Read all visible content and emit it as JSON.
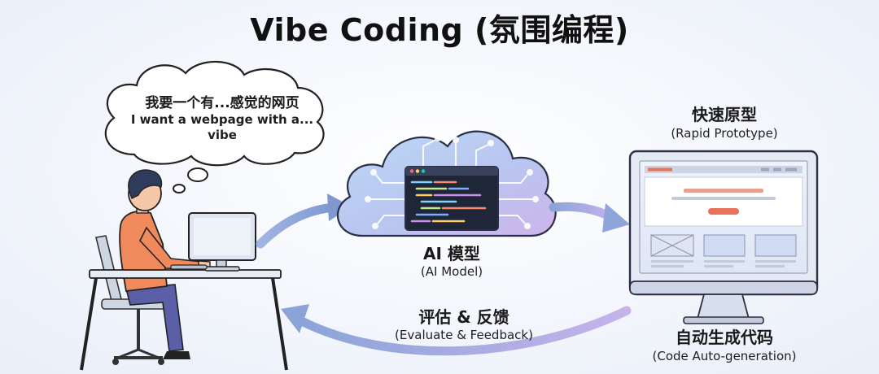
{
  "title": "Vibe Coding (氛围编程)",
  "thought": {
    "line1": "我要一个有...感觉的网页",
    "line2": "I want a webpage with a...",
    "line3": "vibe"
  },
  "ai_model": {
    "cn": "AI 模型",
    "en": "(AI Model)"
  },
  "rapid_prototype": {
    "cn": "快速原型",
    "en": "(Rapid Prototype)"
  },
  "evaluate": {
    "cn": "评估 & 反馈",
    "en": "(Evaluate & Feedback)"
  },
  "auto_gen": {
    "cn": "自动生成代码",
    "en": "(Code Auto-generation)"
  },
  "colors": {
    "cloud_blue": "#a9c7ee",
    "cloud_purple": "#c9b6ec",
    "arrow": "#8fa8d8",
    "shirt": "#f08a5d",
    "pants": "#5b5fa8",
    "accent_red": "#e8735a"
  },
  "icons": [
    "thought-bubble",
    "ai-cloud",
    "code-window",
    "desktop-monitor",
    "person-at-desk"
  ]
}
